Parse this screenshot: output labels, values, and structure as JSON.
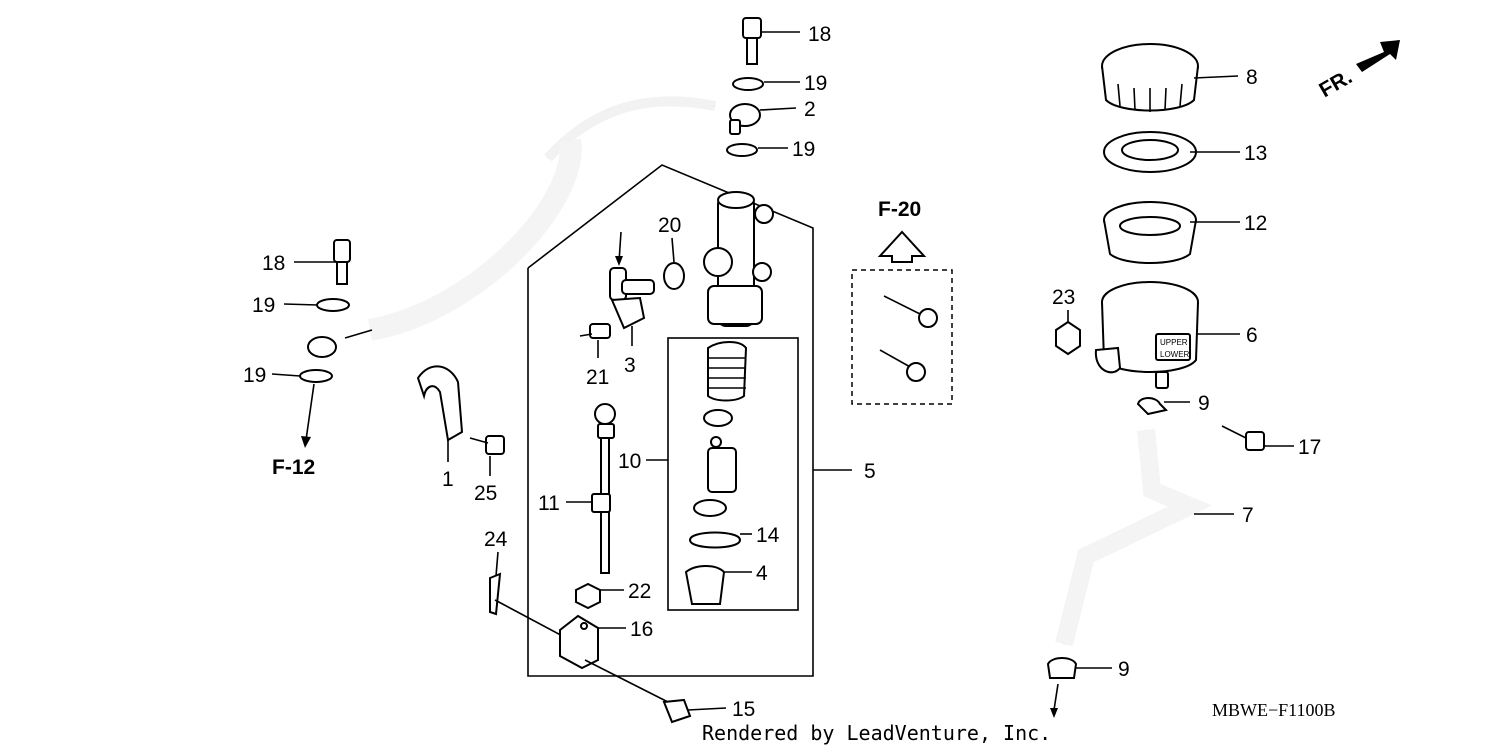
{
  "diagram": {
    "callouts": [
      {
        "id": "c1",
        "label": "1"
      },
      {
        "id": "c2",
        "label": "2"
      },
      {
        "id": "c3",
        "label": "3"
      },
      {
        "id": "c4",
        "label": "4"
      },
      {
        "id": "c5",
        "label": "5"
      },
      {
        "id": "c6",
        "label": "6"
      },
      {
        "id": "c7",
        "label": "7"
      },
      {
        "id": "c8",
        "label": "8"
      },
      {
        "id": "c9a",
        "label": "9"
      },
      {
        "id": "c9b",
        "label": "9"
      },
      {
        "id": "c10",
        "label": "10"
      },
      {
        "id": "c11",
        "label": "11"
      },
      {
        "id": "c12",
        "label": "12"
      },
      {
        "id": "c13",
        "label": "13"
      },
      {
        "id": "c14",
        "label": "14"
      },
      {
        "id": "c15",
        "label": "15"
      },
      {
        "id": "c16",
        "label": "16"
      },
      {
        "id": "c17",
        "label": "17"
      },
      {
        "id": "c18a",
        "label": "18"
      },
      {
        "id": "c18b",
        "label": "18"
      },
      {
        "id": "c19a",
        "label": "19"
      },
      {
        "id": "c19b",
        "label": "19"
      },
      {
        "id": "c19c",
        "label": "19"
      },
      {
        "id": "c19d",
        "label": "19"
      },
      {
        "id": "c20",
        "label": "20"
      },
      {
        "id": "c21",
        "label": "21"
      },
      {
        "id": "c22",
        "label": "22"
      },
      {
        "id": "c23",
        "label": "23"
      },
      {
        "id": "c24",
        "label": "24"
      },
      {
        "id": "c25",
        "label": "25"
      }
    ],
    "refs": {
      "f20": "F-20",
      "f12": "F-12",
      "front": "FR."
    },
    "diagram_code": "MBWE−F1100B",
    "credit": "Rendered by LeadVenture, Inc."
  }
}
